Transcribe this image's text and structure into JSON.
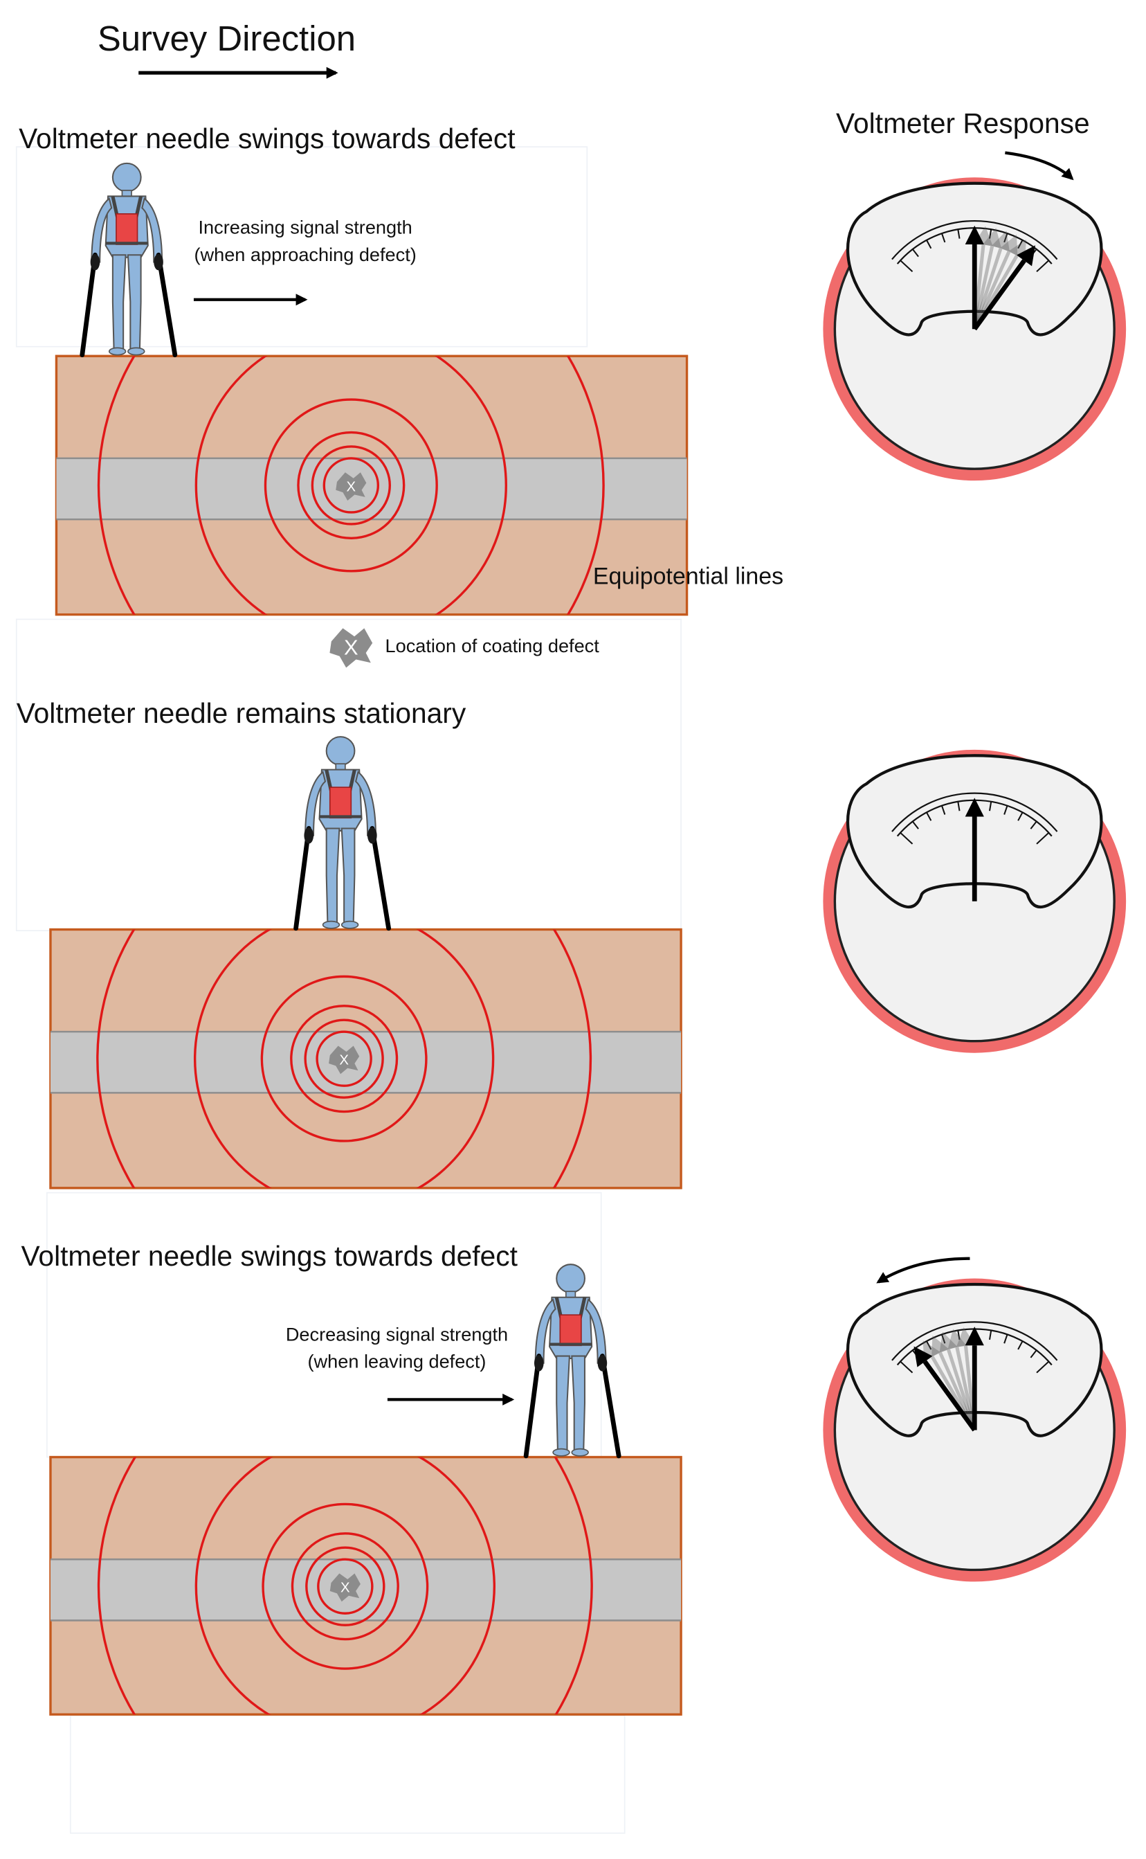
{
  "title": "Survey Direction",
  "response_title": "Voltmeter Response",
  "labels": {
    "equipotential": "Equipotential lines",
    "defect_location": "Location of coating defect",
    "defect_mark": "X"
  },
  "panels": [
    {
      "heading": "Voltmeter needle swings towards defect",
      "signal_line1": "Increasing signal strength",
      "signal_line2": "(when approaching defect)",
      "needle_state": "swing-right"
    },
    {
      "heading": "Voltmeter needle remains stationary",
      "signal_line1": "",
      "signal_line2": "",
      "needle_state": "stationary"
    },
    {
      "heading": "Voltmeter needle swings towards defect",
      "signal_line1": "Decreasing signal strength",
      "signal_line2": "(when leaving defect)",
      "needle_state": "swing-left"
    }
  ],
  "colors": {
    "soil": "#dfb9a0",
    "soil_border": "#c55a1e",
    "pipe": "#c6c6c6",
    "field_line": "#e01818",
    "person": "#8fb5dc",
    "harness": "#e84545",
    "meter_ring": "#f06b6b",
    "meter_face": "#f1f1f1"
  }
}
